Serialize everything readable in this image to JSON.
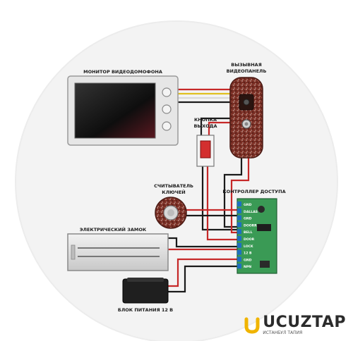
{
  "labels": {
    "monitor": "МОНИТОР ВИДЕОДОМОФОНА",
    "call_panel_1": "ВЫЗЫВНАЯ",
    "call_panel_2": "ВИДЕОПАНЕЛЬ",
    "exit_button_1": "КНОПКА",
    "exit_button_2": "ВЫХОДА",
    "key_reader_1": "СЧИТЫВАТЕЛЬ",
    "key_reader_2": "КЛЮЧЕЙ",
    "controller": "КОНТРОЛЛЕР ДОСТУПА",
    "lock": "ЭЛЕКТРИЧЕСКИЙ ЗАМОК",
    "power": "БЛОК ПИТАНИЯ 12 В"
  },
  "controller_terminals": [
    "GND",
    "DALLAS",
    "GND",
    "DOORR",
    "BELL",
    "DOOR",
    "LOCK",
    "12 В",
    "GND",
    "NPN"
  ],
  "brand": {
    "name": "UCUZTAP",
    "tagline": "ИСТАНБУЛ ТАПИЯ"
  },
  "colors": {
    "wire_red": "#c62828",
    "wire_black": "#1a1a1a",
    "wire_yellow": "#e0c020",
    "wire_white": "#d9d9d9",
    "controller_board": "#3a9a55",
    "terminal_blue": "#1e6fc0",
    "panel_body": "#7a2e24",
    "brand_accent": "#f0b400"
  }
}
